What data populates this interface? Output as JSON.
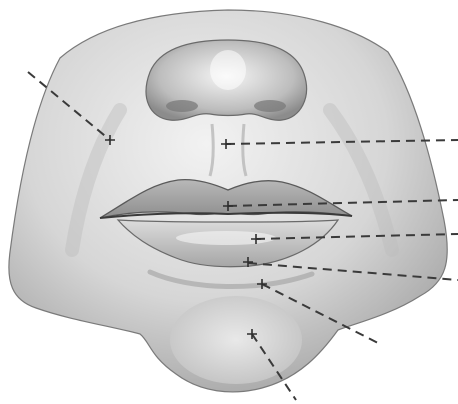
{
  "figure": {
    "subject": "lower-face-mouth-region",
    "colors": {
      "skin_light": "#e6e6e6",
      "skin_mid": "#c9c9c9",
      "skin_dark": "#8a8a8a",
      "outline": "#555555",
      "leader_line": "#3a3a3a"
    }
  },
  "leaders": [
    {
      "id": "cheek-left"
    },
    {
      "id": "philtrum"
    },
    {
      "id": "upper-lip-tubercle"
    },
    {
      "id": "lower-lip"
    },
    {
      "id": "lower-lip-edge"
    },
    {
      "id": "labiomental-groove"
    },
    {
      "id": "chin"
    }
  ]
}
